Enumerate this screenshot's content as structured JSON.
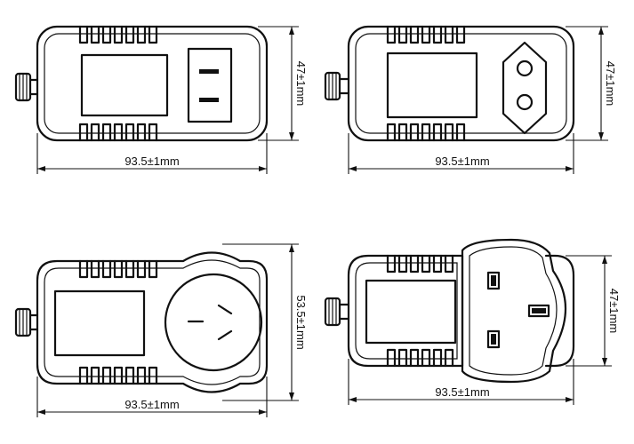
{
  "colors": {
    "line": "#111111",
    "background": "#ffffff"
  },
  "adapters": [
    {
      "plug_type": "us-flat-parallel",
      "width_label": "93.5±1mm",
      "height_label": "47±1mm"
    },
    {
      "plug_type": "eu-round",
      "width_label": "93.5±1mm",
      "height_label": "47±1mm"
    },
    {
      "plug_type": "au-angled",
      "width_label": "93.5±1mm",
      "height_label": "53.5±1mm"
    },
    {
      "plug_type": "uk-rectangular",
      "width_label": "93.5±1mm",
      "height_label": "47±1mm"
    }
  ]
}
